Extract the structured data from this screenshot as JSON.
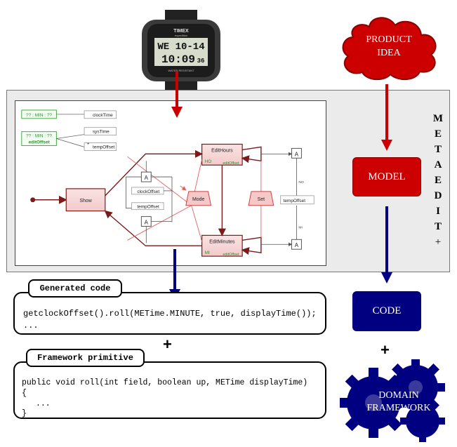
{
  "watch": {
    "brand": "TIMEX",
    "sub": "expedition",
    "row1": "WE 10-14",
    "row2": "10:09",
    "row2b": "36",
    "band": "WATER RESISTANT"
  },
  "cloud": {
    "line1": "PRODUCT",
    "line2": "IDEA"
  },
  "metaedit": {
    "letters": [
      "M",
      "E",
      "T",
      "A",
      "E",
      "D",
      "I",
      "T",
      "+"
    ]
  },
  "model_label": "MODEL",
  "code_label": "CODE",
  "framework": {
    "line1": "DOMAIN",
    "line2": "FRAMEWORK"
  },
  "generated": {
    "title": "Generated code",
    "line1": "getclockOffset().roll(METime.MINUTE, true, displayTime());",
    "line2": "..."
  },
  "primitive": {
    "title": "Framework primitive",
    "line1": "public void roll(int field, boolean up, METime displayTime)",
    "line2": "{",
    "line3": "...",
    "line4": "}"
  },
  "plus": "+",
  "diagram": {
    "clock_label": "?? : MIN : ??",
    "edit_label_top": "?? : MIN : ??",
    "edit_label_bottom": "editOffset",
    "clockTime": "clockTime",
    "sysTime": "sysTime",
    "tempOffset_small": "tempOffset",
    "plus_sign": "+",
    "show": "Show",
    "mode": "Mode",
    "set": "Set",
    "edithours": "EditHours",
    "editminutes": "EditMinutes",
    "ho": "HO",
    "mi": "MI",
    "editoffset_a": "editOffset",
    "editoffset_b": "editOffset",
    "clockOffset": "clockOffset",
    "tempOffset_mid": "tempOffset",
    "tempOffset_right": "tempOffset",
    "a1": "A",
    "a2": "A",
    "a3": "A",
    "a4": "A",
    "no": "NO",
    "mi_v": "MI"
  }
}
